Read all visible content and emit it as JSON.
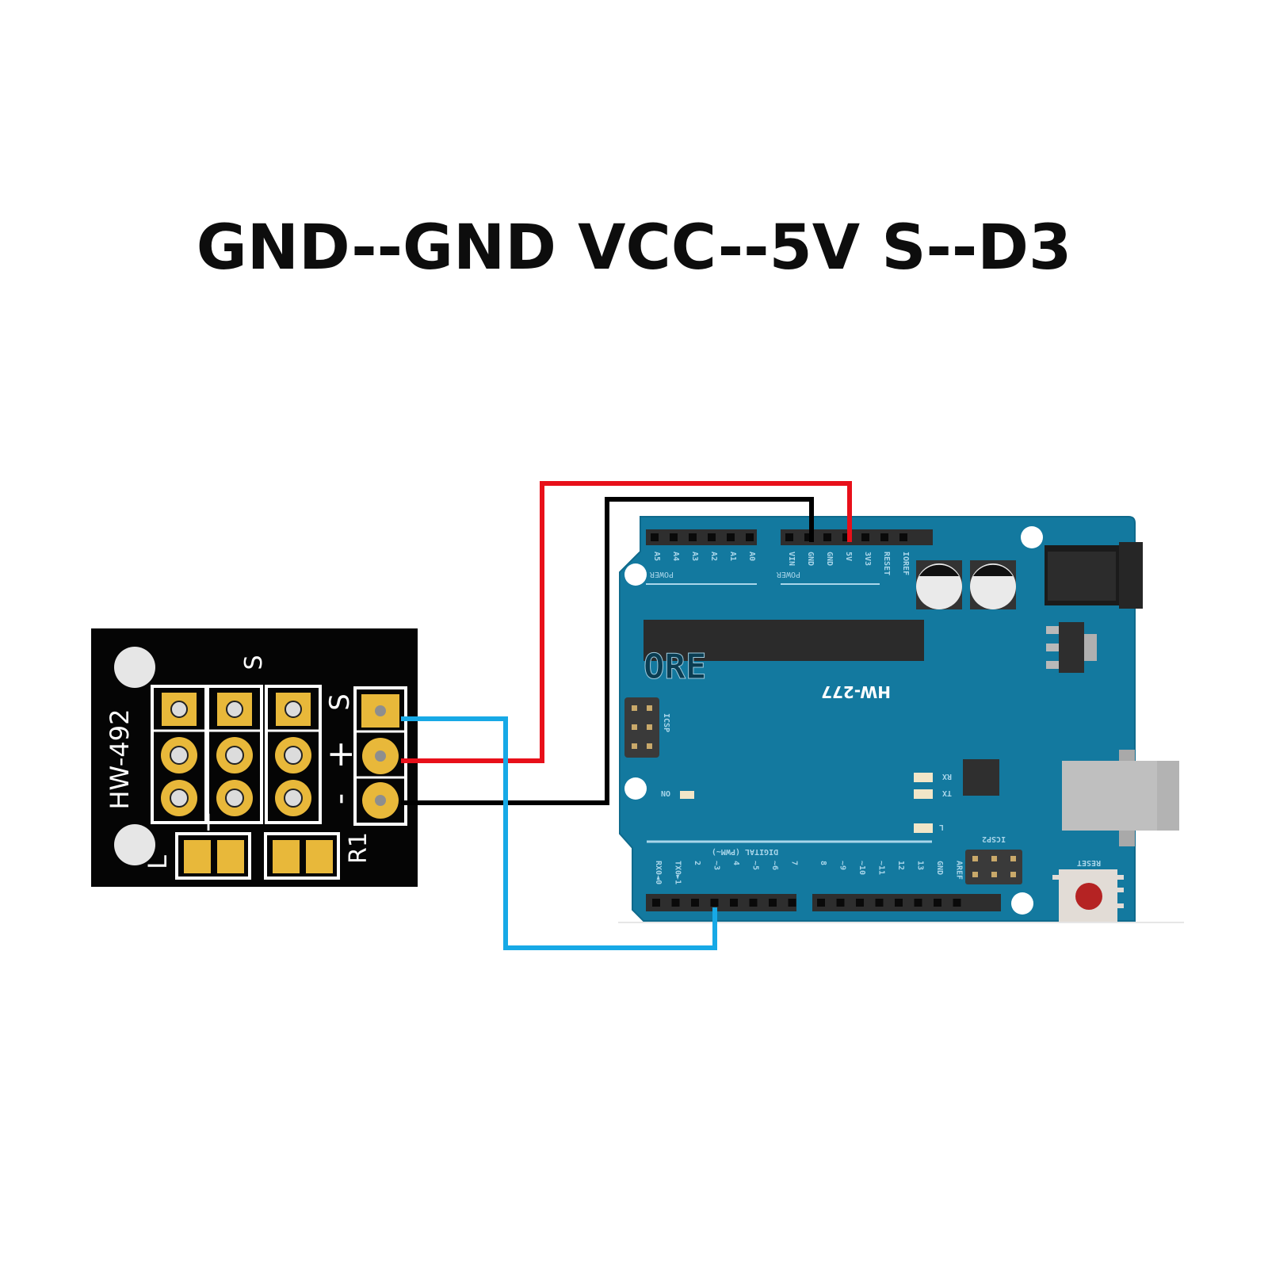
{
  "title": "GND--GND VCC--5V S--D3",
  "sensor_module": {
    "label": "HW-492",
    "pin_labels": {
      "signal": "S",
      "plus": "+",
      "minus": "-"
    },
    "top_label": "S",
    "bottom_labels": {
      "left": "L",
      "plus": "+",
      "resistor": "R1"
    }
  },
  "arduino": {
    "board_label": "HW-277",
    "logo": "ORE",
    "power_header": [
      "VIN",
      "GND",
      "GND",
      "5V",
      "3V3",
      "RESET",
      "IOREF"
    ],
    "analog_header": [
      "A5",
      "A4",
      "A3",
      "A2",
      "A1",
      "A0"
    ],
    "power_caption": "POWER",
    "digital_caption": "DIGITAL (PWM~)",
    "digital_pins_low": [
      "RX0◄0",
      "TX0►1",
      "2",
      "~3",
      "4",
      "~5",
      "~6",
      "7"
    ],
    "digital_pins_high": [
      "8",
      "~9",
      "~10",
      "~11",
      "12",
      "13",
      "GND",
      "AREF"
    ],
    "leds": {
      "rx": "RX",
      "tx": "TX",
      "l": "L",
      "on": "ON"
    },
    "icsp": "ICSP",
    "icsp2": "ICSP2",
    "reset": "RESET"
  },
  "wires": [
    {
      "from": "GND (-)",
      "to": "GND",
      "color": "#000000"
    },
    {
      "from": "VCC (+)",
      "to": "5V",
      "color": "#e8101a"
    },
    {
      "from": "S",
      "to": "D3",
      "color": "#17a9e6"
    }
  ],
  "colors": {
    "board": "#13799f",
    "pcb": "#050505",
    "pad": "#e8b83a"
  }
}
